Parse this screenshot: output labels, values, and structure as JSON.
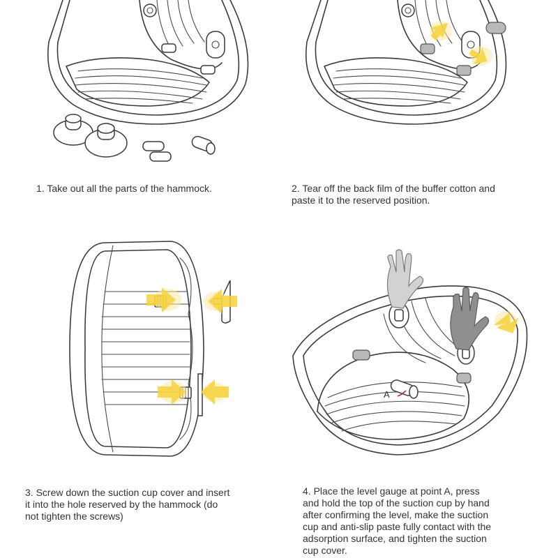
{
  "steps": [
    {
      "number": "1",
      "text": "1. Take out all the parts of the hammock."
    },
    {
      "number": "2",
      "text": "2. Tear off the back film of the buffer cotton and\npaste it to the reserved position."
    },
    {
      "number": "3",
      "text": "3. Screw down the suction cup cover and insert\nit into the hole reserved by the hammock (do\nnot tighten the screws)"
    },
    {
      "number": "4",
      "text": "4. Place the level gauge at point A, press\nand hold the top of the suction cup by hand\nafter confirming the level, make the suction\ncup and anti-slip paste fully contact with the\nadsorption surface, and tighten the suction\ncup cover."
    }
  ],
  "labels": {
    "point_a": "A"
  },
  "colors": {
    "arrow": "#f6d23a",
    "line": "#3a3a3a",
    "pad": "#b9b9b9",
    "text": "#333333"
  },
  "icons": [
    "suction-cup-icon",
    "buffer-pad-icon",
    "level-gauge-icon",
    "direction-arrow-icon",
    "hand-icon"
  ]
}
